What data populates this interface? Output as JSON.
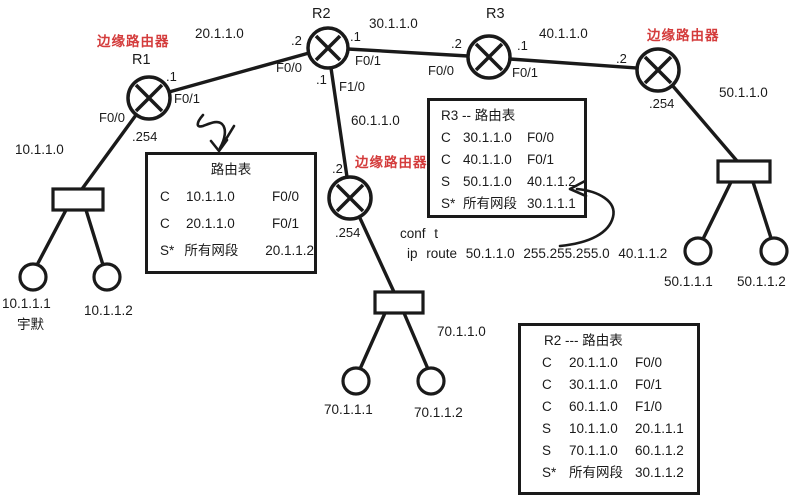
{
  "colors": {
    "ink": "#1a1a1a",
    "red": "#d43c3c",
    "bg": "#ffffff"
  },
  "routers": {
    "r1": "R1",
    "r2": "R2",
    "r3": "R3"
  },
  "edge_labels": {
    "left": "边缘路由器",
    "mid": "边缘路由器",
    "right": "边缘路由器"
  },
  "networks": {
    "n10": "10.1.1.0",
    "n20": "20.1.1.0",
    "n30": "30.1.1.0",
    "n40": "40.1.1.0",
    "n50": "50.1.1.0",
    "n60": "60.1.1.0",
    "n70": "70.1.1.0"
  },
  "ports": {
    "r1_right_ip": ".1",
    "r1_right_if": "F0/1",
    "r1_left_if": "F0/0",
    "r1_left_ip": ".254",
    "r2_left_ip": ".2",
    "r2_left_if": "F0/0",
    "r2_right_ip": ".1",
    "r2_right_if": "F0/1",
    "r2_down_ip": ".1",
    "r2_down_if": "F1/0",
    "r3_left_ip": ".2",
    "r3_left_if": "F0/0",
    "r3_right_ip": ".1",
    "r3_right_if": "F0/1",
    "edge_mid_top_ip": ".2",
    "edge_mid_down_ip": ".254",
    "edge_right_left_ip": ".2",
    "edge_right_down_ip": ".254"
  },
  "hosts": {
    "h10_1": "10.1.1.1",
    "h10_1_note": "宇默",
    "h10_2": "10.1.1.2",
    "h70_1": "70.1.1.1",
    "h70_2": "70.1.1.2",
    "h50_1": "50.1.1.1",
    "h50_2": "50.1.1.2"
  },
  "commands": {
    "line1": "conf t",
    "line2": "ip route 50.1.1.0 255.255.255.0 40.1.1.2"
  },
  "tables": {
    "r1": {
      "title": "路由表",
      "rows": [
        [
          "C",
          "10.1.1.0",
          "F0/0"
        ],
        [
          "C",
          "20.1.1.0",
          "F0/1"
        ],
        [
          "S*",
          "所有网段",
          "20.1.1.2"
        ]
      ]
    },
    "r3": {
      "title": "R3  -- 路由表",
      "rows": [
        [
          "C",
          "30.1.1.0",
          "F0/0"
        ],
        [
          "C",
          "40.1.1.0",
          "F0/1"
        ],
        [
          "S",
          "50.1.1.0",
          "40.1.1.2"
        ],
        [
          "S*",
          "所有网段",
          "30.1.1.1"
        ]
      ]
    },
    "r2": {
      "title": "R2  --- 路由表",
      "rows": [
        [
          "C",
          "20.1.1.0",
          "F0/0"
        ],
        [
          "C",
          "30.1.1.0",
          "F0/1"
        ],
        [
          "C",
          "60.1.1.0",
          "F1/0"
        ],
        [
          "S",
          "10.1.1.0",
          "20.1.1.1"
        ],
        [
          "S",
          "70.1.1.0",
          "60.1.1.2"
        ],
        [
          "S*",
          "所有网段",
          "30.1.1.2"
        ]
      ]
    }
  }
}
